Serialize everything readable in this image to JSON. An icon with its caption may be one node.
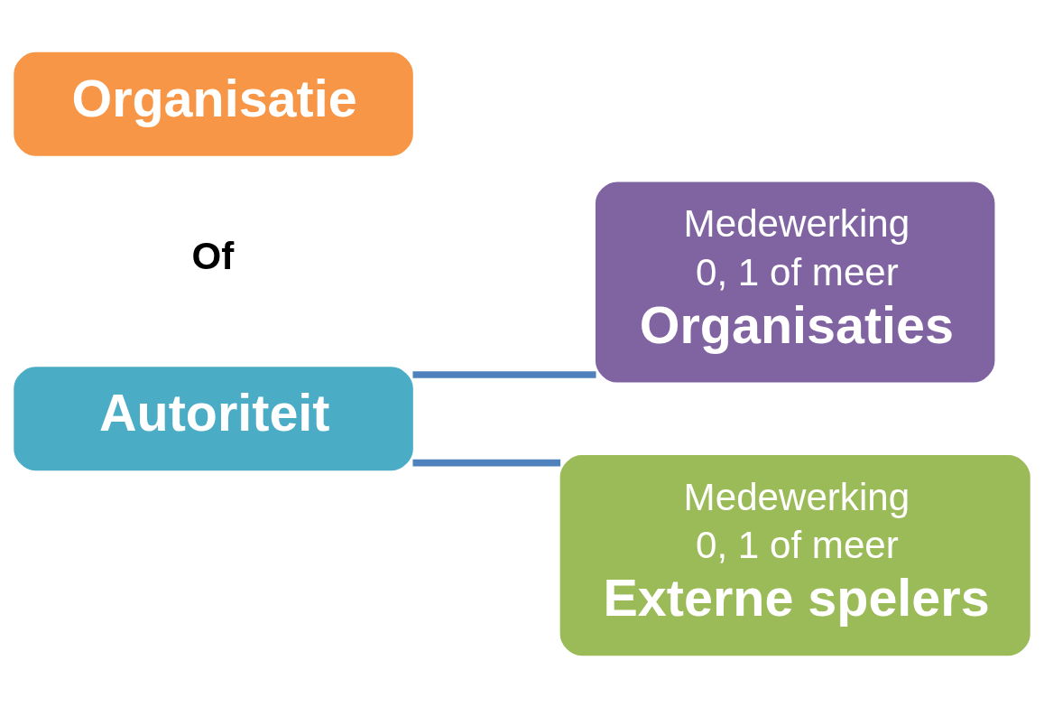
{
  "diagram": {
    "nodes": [
      {
        "text": [
          "Organisatie"
        ]
      },
      {
        "text": [
          "Autoriteit"
        ]
      },
      {
        "text": [
          "Medewerking",
          "0, 1 of meer",
          "Organisaties"
        ]
      },
      {
        "text": [
          "Medewerking",
          "0, 1 of meer",
          "Externe spelers"
        ]
      }
    ],
    "edges": [
      {
        "from": 1,
        "to": 2,
        "arrow": "none"
      },
      {
        "from": 1,
        "to": 3,
        "arrow": "none"
      }
    ],
    "labels": [
      "Of"
    ]
  }
}
